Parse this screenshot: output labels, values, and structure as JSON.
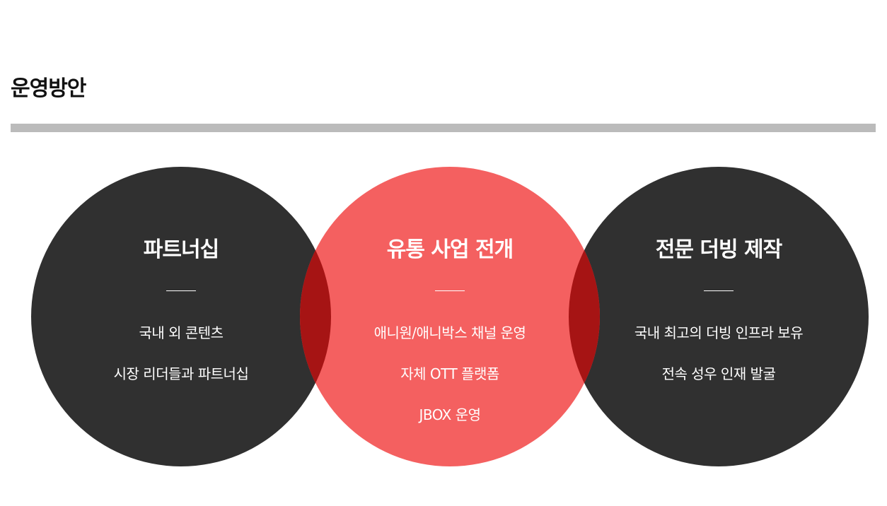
{
  "page": {
    "title": "운영방안"
  },
  "colors": {
    "dark_circle": "#303030",
    "red_circle": "#f46060",
    "overlap": "#a61414",
    "divider": "#bbbbbb",
    "text_on_circle": "#ffffff"
  },
  "circles": [
    {
      "heading": "파트너십",
      "items": [
        "국내 외 콘텐츠",
        "시장 리더들과 파트너십"
      ]
    },
    {
      "heading": "유통 사업 전개",
      "items": [
        "애니원/애니박스 채널 운영",
        "자체 OTT 플랫폼",
        "JBOX 운영"
      ]
    },
    {
      "heading": "전문 더빙 제작",
      "items": [
        "국내 최고의 더빙 인프라 보유",
        "전속 성우 인재 발굴"
      ]
    }
  ]
}
